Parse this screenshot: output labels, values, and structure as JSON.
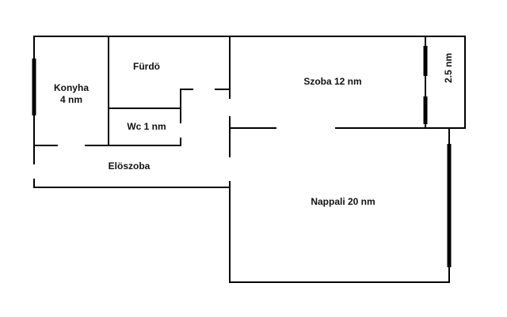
{
  "floor_plan": {
    "rooms": [
      {
        "id": "konyha",
        "name": "Konyha",
        "area": "4 nm"
      },
      {
        "id": "furdo",
        "name": "Fürdö"
      },
      {
        "id": "wc",
        "name": "Wc 1 nm"
      },
      {
        "id": "eloszoba",
        "name": "Elöszoba"
      },
      {
        "id": "szoba",
        "name": "Szoba 12 nm"
      },
      {
        "id": "nappali",
        "name": "Nappali 20 nm"
      },
      {
        "id": "balcony",
        "name": "2.5 nm"
      }
    ],
    "colors": {
      "wall": "#000000",
      "text": "#111111",
      "background": "#ffffff"
    }
  }
}
